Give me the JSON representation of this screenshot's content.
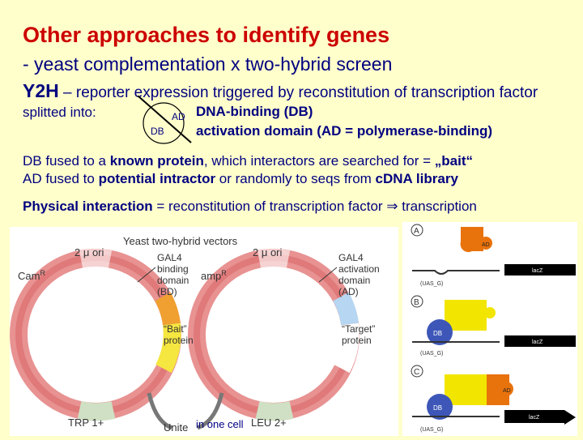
{
  "header": {
    "title": "Other approaches to identify genes",
    "subtitle": "- yeast complementation x two-hybrid screen",
    "y2h_label": "Y2H",
    "y2h_text": " – reporter expression triggered by reconstitution of transcription factor",
    "split_label": "splitted into:",
    "ad_small": "AD",
    "db_small": "DB",
    "db_desc": "DNA-binding (DB)",
    "ad_desc": "activation domain (AD = polymerase-binding)"
  },
  "body": {
    "p1_a": "DB fused to a ",
    "p1_b": "known protein",
    "p1_c": ", which interactors are searched for = ",
    "p1_d": "„bait“",
    "p2_a": "AD fused to ",
    "p2_b": "potential intractor",
    "p2_c": " or randomly to seqs from ",
    "p2_d": "cDNA library",
    "p3_a": "Physical interaction",
    "p3_b": " = reconstitution of transcription factor ",
    "p3_arrow": "⇒",
    "p3_c": " transcription"
  },
  "figure": {
    "title": "Yeast two-hybrid vectors",
    "ori_left": "2 μ ori",
    "ori_right": "2 μ ori",
    "cam": "Cam",
    "cam_sup": "R",
    "amp": "amp",
    "amp_sup": "R",
    "gal4_left": [
      "GAL4",
      "binding",
      "domain",
      "(BD)"
    ],
    "bait": [
      "“Bait”",
      "protein"
    ],
    "gal4_right": [
      "GAL4",
      "activation",
      "domain",
      "(AD)"
    ],
    "target": [
      "“Target”",
      "protein"
    ],
    "trp": "TRP 1+",
    "leu": "LEU 2+",
    "unite": "Unite",
    "in_one_cell": "in one cell"
  },
  "panel": {
    "label_a": "A",
    "label_b": "B",
    "label_c": "C",
    "db": "DB",
    "ad": "AD",
    "lacz": "lacZ",
    "uas": "(UAS_G)",
    "colors": {
      "orange": "#e8720c",
      "yellow": "#f2e600",
      "blue": "#3d56b8"
    }
  }
}
